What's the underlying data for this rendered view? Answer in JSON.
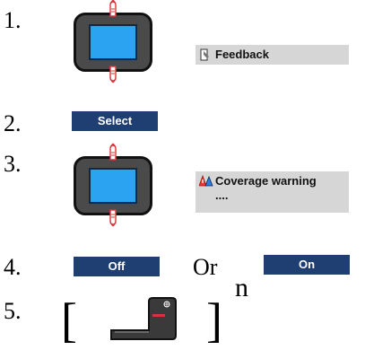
{
  "steps": [
    "1.",
    "2.",
    "3.",
    "4.",
    "5."
  ],
  "feedback_label": "Feedback",
  "select_label": "Select",
  "coverage_title": "Coverage warning",
  "coverage_sub": "....",
  "off_label": "Off",
  "or_label": "Or",
  "on_label": "On",
  "bracket_open": "[",
  "bracket_close": "]",
  "exponent": "n",
  "colors": {
    "screen_blue": "#2ba3f0",
    "button_navy": "#1f3f73",
    "panel_grey": "#d6d6d6",
    "finger_red": "#d9333a"
  }
}
